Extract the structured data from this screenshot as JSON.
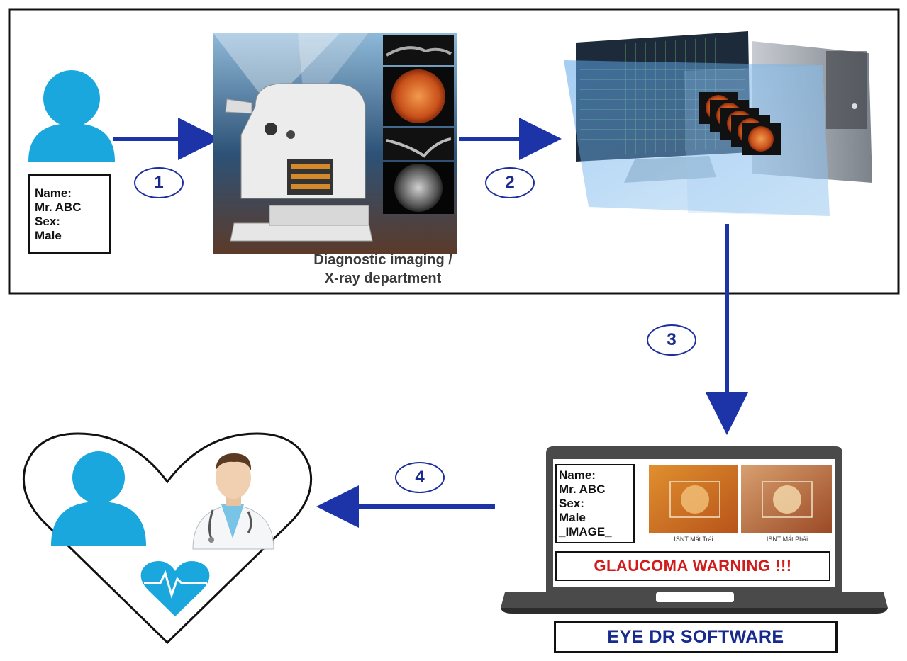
{
  "patient_card": {
    "lines": [
      "Name:",
      "Mr. ABC",
      "Sex:",
      "Male"
    ]
  },
  "steps": [
    "1",
    "2",
    "3",
    "4"
  ],
  "department": {
    "line1": "Diagnostic imaging /",
    "line2": "X-ray department"
  },
  "laptop": {
    "card_lines": [
      "Name:",
      "Mr. ABC",
      "Sex:",
      "Male",
      "_IMAGE_"
    ],
    "image_captions": [
      "ISNT Mắt Trái",
      "ISNT Mắt Phải"
    ],
    "warning": "GLAUCOMA WARNING !!!"
  },
  "software_label": "EYE DR SOFTWARE",
  "colors": {
    "arrow": "#1d33a8",
    "person": "#19a7de",
    "warning": "#d01c1c",
    "software_text": "#172a8e",
    "fundus": "#c8601e"
  },
  "icons": [
    "person-icon",
    "fundus-camera-icon",
    "computer-server-icon",
    "laptop-icon",
    "heart-icon",
    "doctor-icon",
    "heartbeat-icon"
  ]
}
